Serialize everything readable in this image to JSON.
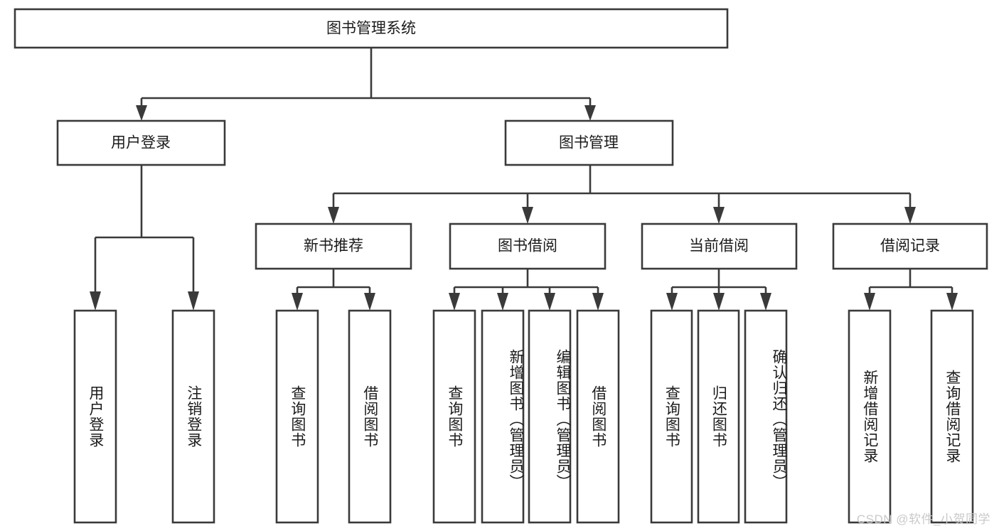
{
  "diagram": {
    "title": "图书管理系统",
    "watermark": "CSDN @软件_小贺同学",
    "colors": {
      "stroke": "#3a3a3a",
      "box_fill": "#ffffff",
      "text": "#1b1b1b",
      "background": "#ffffff",
      "watermark": "#c9c9c9"
    },
    "root": {
      "label": "图书管理系统"
    },
    "level1": [
      {
        "label": "用户登录"
      },
      {
        "label": "图书管理"
      }
    ],
    "level2": [
      {
        "label": "新书推荐"
      },
      {
        "label": "图书借阅"
      },
      {
        "label": "当前借阅"
      },
      {
        "label": "借阅记录"
      }
    ],
    "leaves": {
      "user_login": [
        {
          "label": "用户登录"
        },
        {
          "label": "注销登录"
        }
      ],
      "new_book": [
        {
          "label": "查询图书"
        },
        {
          "label": "借阅图书"
        }
      ],
      "book_borrow": [
        {
          "label": "查询图书"
        },
        {
          "label": "新增图书（管理员）"
        },
        {
          "label": "编辑图书（管理员）"
        },
        {
          "label": "借阅图书"
        }
      ],
      "current_borrow": [
        {
          "label": "查询图书"
        },
        {
          "label": "归还图书"
        },
        {
          "label": "确认归还（管理员）"
        }
      ],
      "borrow_record": [
        {
          "label": "新增借阅记录"
        },
        {
          "label": "查询借阅记录"
        }
      ]
    }
  }
}
